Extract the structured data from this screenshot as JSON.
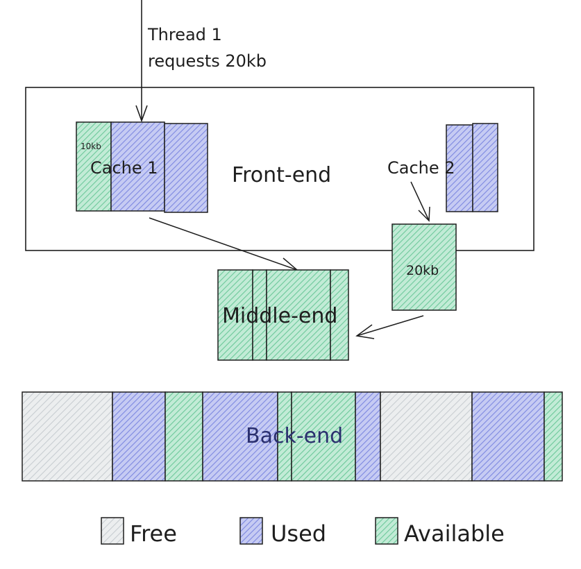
{
  "colors": {
    "free": "#d9dde0",
    "used": "#9aa4ea",
    "available": "#8fd6b2",
    "stroke": "#1e1e1e"
  },
  "annotation": {
    "thread_line1": "Thread 1",
    "thread_line2": "requests 20kb"
  },
  "frontend": {
    "label": "Front-end",
    "cache1_label": "Cache 1",
    "cache1_size": "10kb",
    "cache2_label": "Cache 2",
    "moving_block_size": "20kb"
  },
  "middleend": {
    "label": "Middle-end"
  },
  "backend": {
    "label": "Back-end"
  },
  "legend": {
    "free": "Free",
    "used": "Used",
    "available": "Available"
  }
}
